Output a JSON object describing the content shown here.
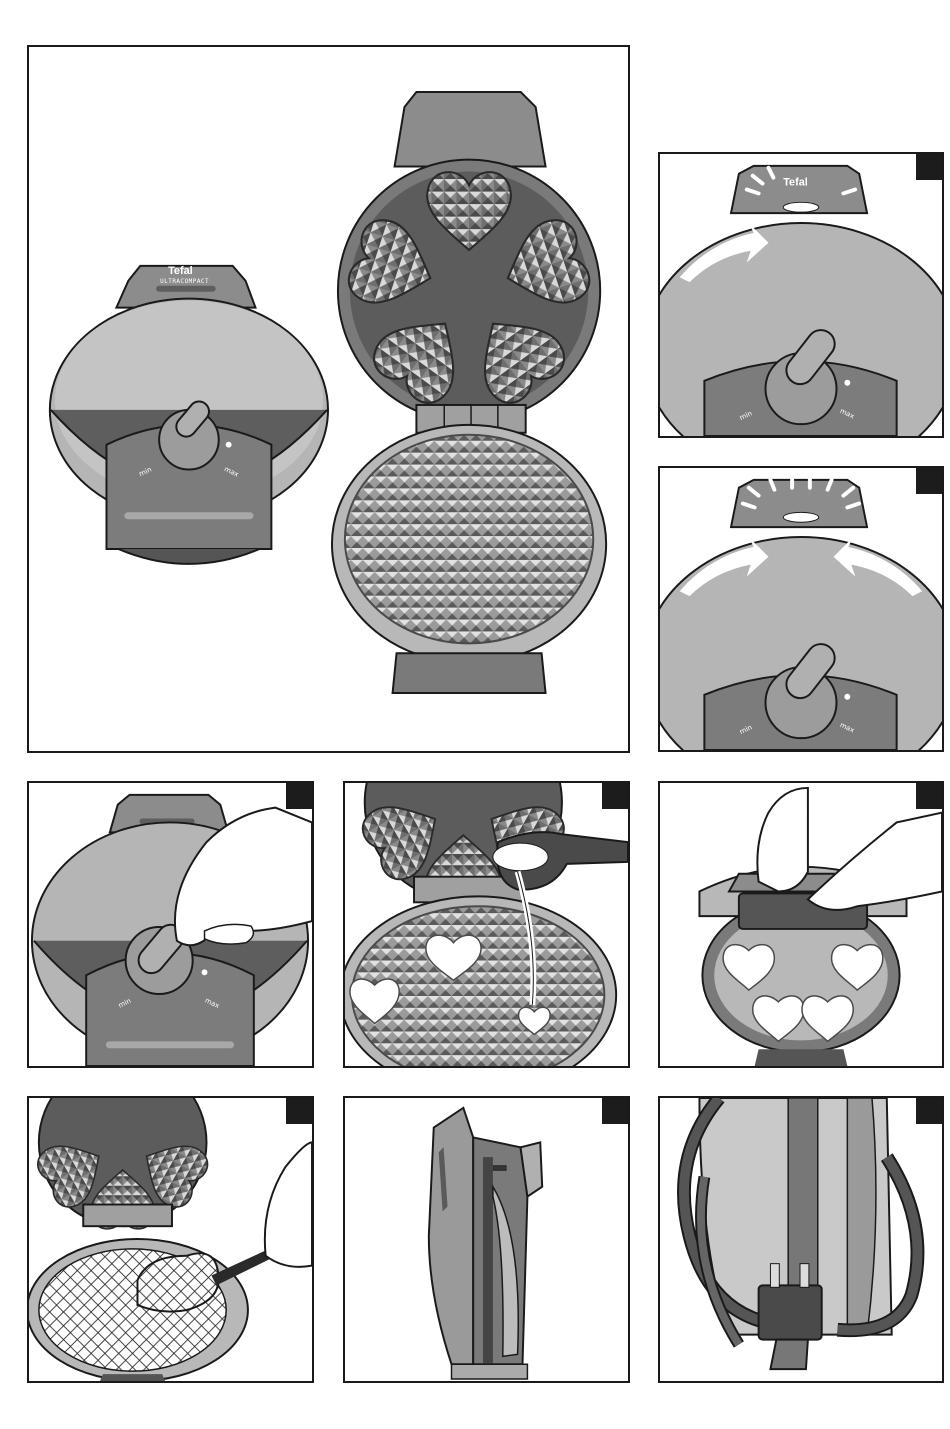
{
  "brand": {
    "name": "Tefal",
    "model": "ULTRACOMPACT"
  },
  "dial": {
    "min_label": "min",
    "max_label": "max"
  },
  "colors": {
    "body": "#a6a6a6",
    "dark": "#6b6b6b",
    "darker": "#555555",
    "light": "#d6d6d6",
    "outline": "#1a1a1a",
    "badge": "#1c1c1c"
  },
  "panels": [
    {
      "id": "overview",
      "step": ""
    },
    {
      "id": "step-power-on",
      "step": ""
    },
    {
      "id": "step-ready-light",
      "step": ""
    },
    {
      "id": "step-set-thermostat",
      "step": ""
    },
    {
      "id": "step-pour-batter",
      "step": ""
    },
    {
      "id": "step-close-lid",
      "step": ""
    },
    {
      "id": "step-remove-waffle",
      "step": ""
    },
    {
      "id": "step-store-upright",
      "step": ""
    },
    {
      "id": "step-wrap-cord",
      "step": ""
    }
  ]
}
